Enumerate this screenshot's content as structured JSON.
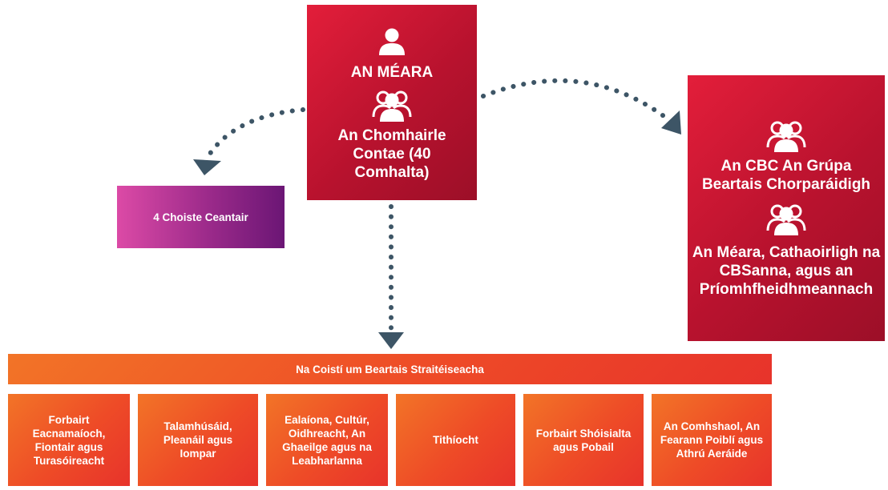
{
  "mayor_box": {
    "title": "AN MÉARA",
    "council": "An Chomhairle Contae (40 Comhalta)",
    "icons": [
      "person-icon",
      "group-icon"
    ]
  },
  "area_committees": {
    "label": "4 Choiste Ceantair"
  },
  "cpg_box": {
    "title": "An CBC An Grúpa Beartais Chorparáidigh",
    "members": "An Méara, Cathaoirligh na CBSanna, agus an Príomhfheidhmeannach",
    "icons": [
      "group-icon",
      "group-icon"
    ]
  },
  "spc_header": {
    "label": "Na Coistí um Beartais Straitéiseacha"
  },
  "spc_items": [
    {
      "label": "Forbairt Eacnamaíoch, Fiontair agus Turasóireacht"
    },
    {
      "label": "Talamhúsáid, Pleanáil agus Iompar"
    },
    {
      "label": "Ealaíona, Cultúr, Oidhreacht, An Ghaeilge agus na Leabharlanna"
    },
    {
      "label": "Tithíocht"
    },
    {
      "label": "Forbairt Shóisialta agus Pobail"
    },
    {
      "label": "An Comhshaol, An Fearann Poiblí agus Athrú Aeráide"
    }
  ],
  "colors": {
    "red": "#c4142f",
    "orange": "#ee4b27",
    "purple": "#9b2a8a",
    "connector": "#3d5566"
  }
}
